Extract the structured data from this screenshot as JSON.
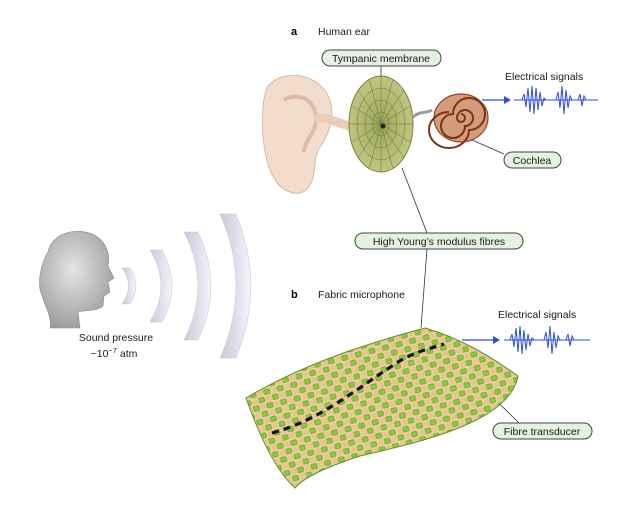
{
  "panel_a": {
    "letter": "a",
    "title": "Human ear"
  },
  "panel_b": {
    "letter": "b",
    "title": "Fabric microphone"
  },
  "callouts": {
    "tympanic_membrane": "Tympanic membrane",
    "cochlea": "Cochlea",
    "fibres": "High Young’s modulus fibres",
    "fibre_transducer": "Fibre transducer"
  },
  "signals": {
    "top": "Electrical signals",
    "bottom": "Electrical signals"
  },
  "source": {
    "line1": "Sound pressure",
    "line2_prefix": "~10",
    "line2_exp": "−7",
    "line2_unit": " atm"
  },
  "colors": {
    "signal_blue": "#2f4fd8",
    "fabric_green": "#8cc63f",
    "fabric_tan": "#e9cf9a",
    "skin": "#f2ddcc",
    "cochlea": "#c97a54",
    "pill_fill": "#e6f1e4"
  },
  "icons": [
    "head-icon",
    "sound-wave-icon",
    "ear-icon",
    "tympanic-membrane-icon",
    "cochlea-icon",
    "fabric-icon"
  ]
}
